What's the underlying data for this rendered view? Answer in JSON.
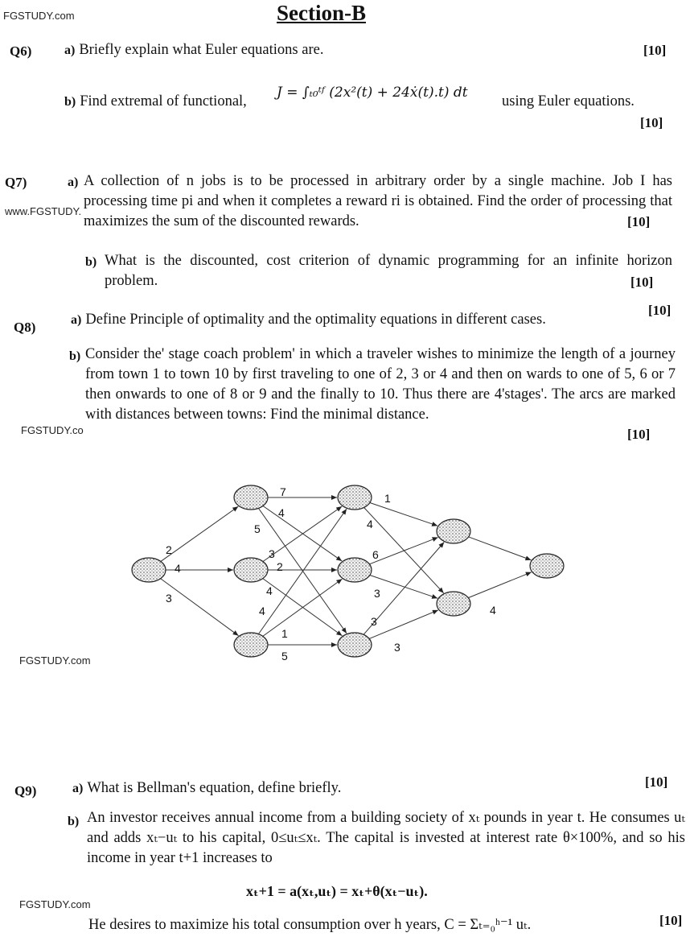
{
  "watermarks": [
    "FGSTUDY.com",
    "www.FGSTUDY.",
    "FGSTUDY.co",
    "FGSTUDY.com",
    "FGSTUDY.com"
  ],
  "section_title": "Section-B",
  "q6": {
    "number": "Q6)",
    "a_label": "a)",
    "a_text": "Briefly explain what Euler equations are.",
    "a_marks": "[10]",
    "b_label": "b)",
    "b_text": "Find extremal of functional,",
    "b_formula": "J = ∫ₜ₀ᵗᶠ (2x²(t) + 24ẋ(t).t) dt",
    "b_tail": "using Euler equations.",
    "b_marks": "[10]"
  },
  "q7": {
    "number": "Q7)",
    "a_label": "a)",
    "a_text": "A collection of n jobs is to be processed in arbitrary order by a single machine. Job I has processing time pi and when it completes a reward ri is obtained. Find the order of processing that maximizes the sum of the discounted rewards.",
    "a_marks": "[10]",
    "b_label": "b)",
    "b_text": "What is the discounted, cost criterion of dynamic programming for an infinite horizon problem.",
    "b_marks": "[10]"
  },
  "q8": {
    "number": "Q8)",
    "a_label": "a)",
    "a_text": "Define Principle of optimality and the optimality equations in different cases.",
    "a_marks": "[10]",
    "b_label": "b)",
    "b_text": "Consider the' stage coach problem' in which a traveler wishes to minimize the length of a journey from town 1 to town 10 by first traveling to one of 2, 3 or 4 and then on wards to one of 5, 6 or 7 then onwards to one of 8 or 9 and the finally to 10. Thus there are 4'stages'. The arcs are marked with distances between towns: Find the minimal distance.",
    "b_marks": "[10]"
  },
  "graph": {
    "edge_labels": [
      "2",
      "4",
      "3",
      "7",
      "4",
      "5",
      "3",
      "2",
      "4",
      "4",
      "1",
      "5",
      "1",
      "4",
      "6",
      "3",
      "3",
      "3",
      "4"
    ]
  },
  "q9": {
    "number": "Q9)",
    "a_label": "a)",
    "a_text": "What is Bellman's equation, define briefly.",
    "a_marks": "[10]",
    "b_label": "b)",
    "b_text": "An investor receives annual income from a building society of xₜ pounds in year t. He consumes uₜ and adds xₜ−uₜ to his capital, 0≤uₜ≤xₜ. The capital is invested at interest rate θ×100%, and so his income in year t+1 increases to",
    "b_equation": "xₜ+1 = a(xₜ,uₜ) = xₜ+θ(xₜ−uₜ).",
    "b_final": "He desires to maximize his total consumption over h years, C = Σₜ₌₀ʰ⁻¹ uₜ.",
    "b_marks": "[10]"
  }
}
